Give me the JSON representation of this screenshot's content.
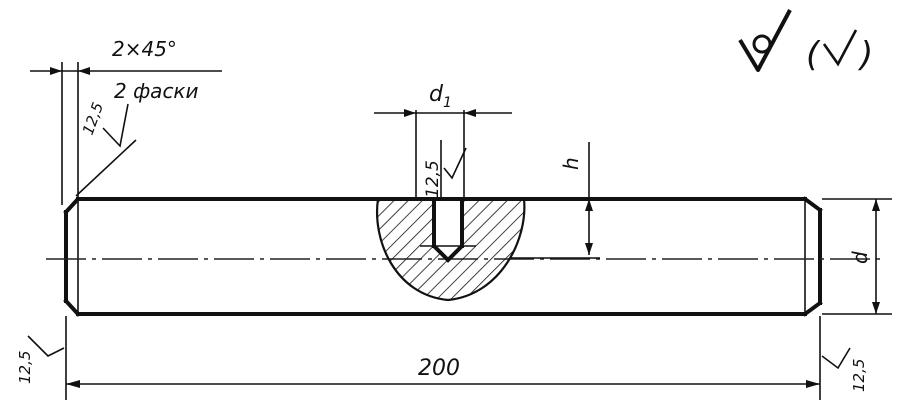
{
  "drawing": {
    "chamfer_note_line1": "2×45°",
    "chamfer_note_line2": "2 фаски",
    "length_dimension": "200",
    "hole_diameter_label": "d",
    "hole_diameter_subscript": "1",
    "hole_depth_label": "h",
    "shaft_diameter_label": "d",
    "roughness_chamfer": "12,5",
    "roughness_hole": "12,5",
    "roughness_left_end": "12,5",
    "roughness_right_end": "12,5",
    "general_roughness_parenthesis_open": "(",
    "general_roughness_parenthesis_close": ")"
  },
  "colors": {
    "ink": "#111111",
    "paper": "#ffffff"
  }
}
